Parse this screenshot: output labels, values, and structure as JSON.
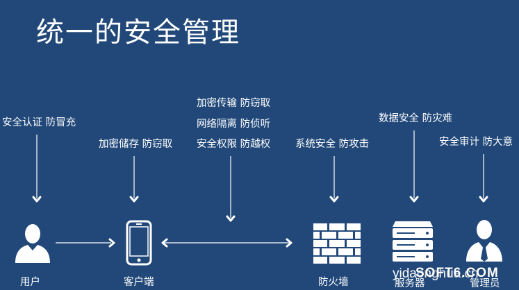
{
  "title": "统一的安全管理",
  "labels": {
    "user": "安全认证  防冒充",
    "client": "加密储存  防窃取",
    "transport_1": "加密传输  防窃取",
    "transport_2": "网络隔离  防侦听",
    "transport_3": "安全权限  防越权",
    "firewall": "系统安全  防攻击",
    "server": "数据安全  防灾难",
    "admin": "安全审计  防大意"
  },
  "nodes": {
    "user": "用户",
    "client": "客户端",
    "firewall": "防火墙",
    "server": "服务器",
    "admin": "管理员"
  },
  "watermark": {
    "text": "yidaonghua.cn",
    "site": "SOFT6.COM"
  },
  "colors": {
    "background": "#214879",
    "foreground": "#ffffff",
    "icon": "#ffffff"
  }
}
